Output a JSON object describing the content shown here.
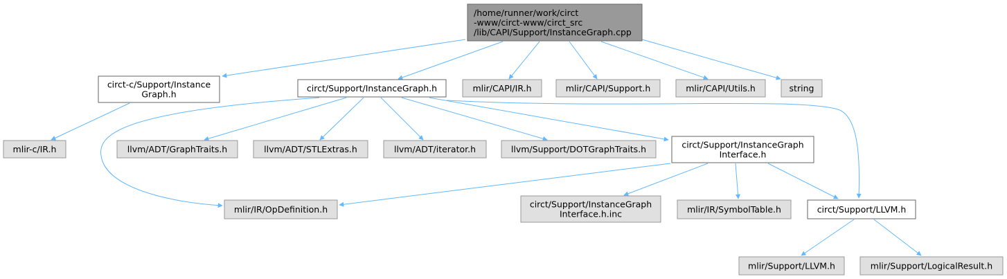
{
  "colors": {
    "edge": "#63b8ff",
    "root_fill": "#999999",
    "root_border": "#666666",
    "node_border": "#666666",
    "node_fill": "#ffffff",
    "external_fill": "#e0e0e0",
    "external_border": "#999999"
  },
  "nodes": {
    "root": {
      "lines": [
        "/home/runner/work/circt",
        "-www/circt-www/circt_src",
        "/lib/CAPI/Support/InstanceGraph.cpp"
      ],
      "kind": "root"
    },
    "capi_instancegraph_h": {
      "lines": [
        "circt-c/Support/Instance",
        "Graph.h"
      ],
      "kind": "local"
    },
    "support_instancegraph_h": {
      "lines": [
        "circt/Support/InstanceGraph.h"
      ],
      "kind": "local"
    },
    "mlir_capi_ir_h": {
      "lines": [
        "mlir/CAPI/IR.h"
      ],
      "kind": "external"
    },
    "mlir_capi_support_h": {
      "lines": [
        "mlir/CAPI/Support.h"
      ],
      "kind": "external"
    },
    "mlir_capi_utils_h": {
      "lines": [
        "mlir/CAPI/Utils.h"
      ],
      "kind": "external"
    },
    "string": {
      "lines": [
        "string"
      ],
      "kind": "external"
    },
    "mlir_c_ir_h": {
      "lines": [
        "mlir-c/IR.h"
      ],
      "kind": "external"
    },
    "llvm_graphtraits_h": {
      "lines": [
        "llvm/ADT/GraphTraits.h"
      ],
      "kind": "external"
    },
    "llvm_stlextras_h": {
      "lines": [
        "llvm/ADT/STLExtras.h"
      ],
      "kind": "external"
    },
    "llvm_iterator_h": {
      "lines": [
        "llvm/ADT/iterator.h"
      ],
      "kind": "external"
    },
    "llvm_dotgraphtraits_h": {
      "lines": [
        "llvm/Support/DOTGraphTraits.h"
      ],
      "kind": "external"
    },
    "instancegraph_interface_h": {
      "lines": [
        "circt/Support/InstanceGraph",
        "Interface.h"
      ],
      "kind": "local"
    },
    "mlir_opdefinition_h": {
      "lines": [
        "mlir/IR/OpDefinition.h"
      ],
      "kind": "external"
    },
    "instancegraph_interface_inc": {
      "lines": [
        "circt/Support/InstanceGraph",
        "Interface.h.inc"
      ],
      "kind": "external"
    },
    "mlir_symboltable_h": {
      "lines": [
        "mlir/IR/SymbolTable.h"
      ],
      "kind": "external"
    },
    "circt_support_llvm_h": {
      "lines": [
        "circt/Support/LLVM.h"
      ],
      "kind": "local"
    },
    "mlir_support_llvm_h": {
      "lines": [
        "mlir/Support/LLVM.h"
      ],
      "kind": "external"
    },
    "mlir_logicalresult_h": {
      "lines": [
        "mlir/Support/LogicalResult.h"
      ],
      "kind": "external"
    }
  },
  "edges": [
    [
      "root",
      "capi_instancegraph_h"
    ],
    [
      "root",
      "support_instancegraph_h"
    ],
    [
      "root",
      "mlir_capi_ir_h"
    ],
    [
      "root",
      "mlir_capi_support_h"
    ],
    [
      "root",
      "mlir_capi_utils_h"
    ],
    [
      "root",
      "string"
    ],
    [
      "capi_instancegraph_h",
      "mlir_c_ir_h"
    ],
    [
      "support_instancegraph_h",
      "mlir_opdefinition_h"
    ],
    [
      "support_instancegraph_h",
      "llvm_graphtraits_h"
    ],
    [
      "support_instancegraph_h",
      "llvm_stlextras_h"
    ],
    [
      "support_instancegraph_h",
      "llvm_iterator_h"
    ],
    [
      "support_instancegraph_h",
      "llvm_dotgraphtraits_h"
    ],
    [
      "support_instancegraph_h",
      "instancegraph_interface_h"
    ],
    [
      "support_instancegraph_h",
      "circt_support_llvm_h"
    ],
    [
      "instancegraph_interface_h",
      "mlir_opdefinition_h"
    ],
    [
      "instancegraph_interface_h",
      "instancegraph_interface_inc"
    ],
    [
      "instancegraph_interface_h",
      "mlir_symboltable_h"
    ],
    [
      "instancegraph_interface_h",
      "circt_support_llvm_h"
    ],
    [
      "circt_support_llvm_h",
      "mlir_support_llvm_h"
    ],
    [
      "circt_support_llvm_h",
      "mlir_logicalresult_h"
    ]
  ]
}
